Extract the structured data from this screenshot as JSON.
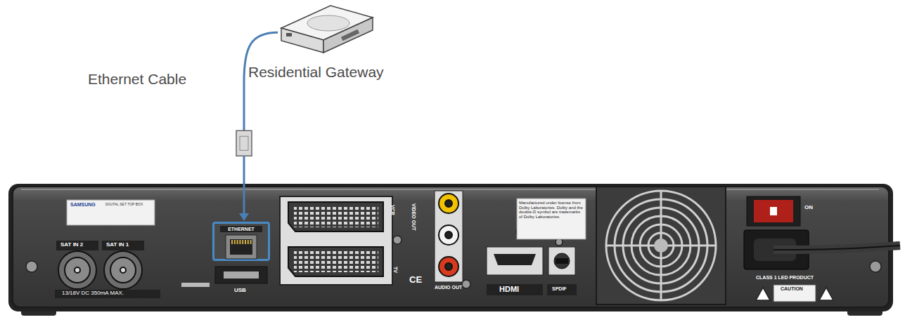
{
  "diagram": {
    "nodes": [
      {
        "text": [
          "Residential Gateway"
        ]
      },
      {
        "text": [
          "ETHERNET"
        ]
      }
    ],
    "edges": [
      {
        "from": 0,
        "to": 1,
        "arrow": "to",
        "label": "Ethernet Cable"
      }
    ],
    "labels": [
      "SAMSUNG",
      "DIGITAL SET TOP BOX",
      "SAT IN 2",
      "SAT IN 1",
      "13/18V DC 350mA MAX.",
      "USB",
      "VCR",
      "TV",
      "VIDEO OUT",
      "AUDIO OUT",
      "CE",
      "HDMI",
      "SPDIF",
      "Manufactured under license from Dolby Laboratories. Dolby and the double-D symbol are trademarks of Dolby Laboratories.",
      "CLASS 1 LED PRODUCT",
      "CAUTION",
      "ON"
    ]
  }
}
